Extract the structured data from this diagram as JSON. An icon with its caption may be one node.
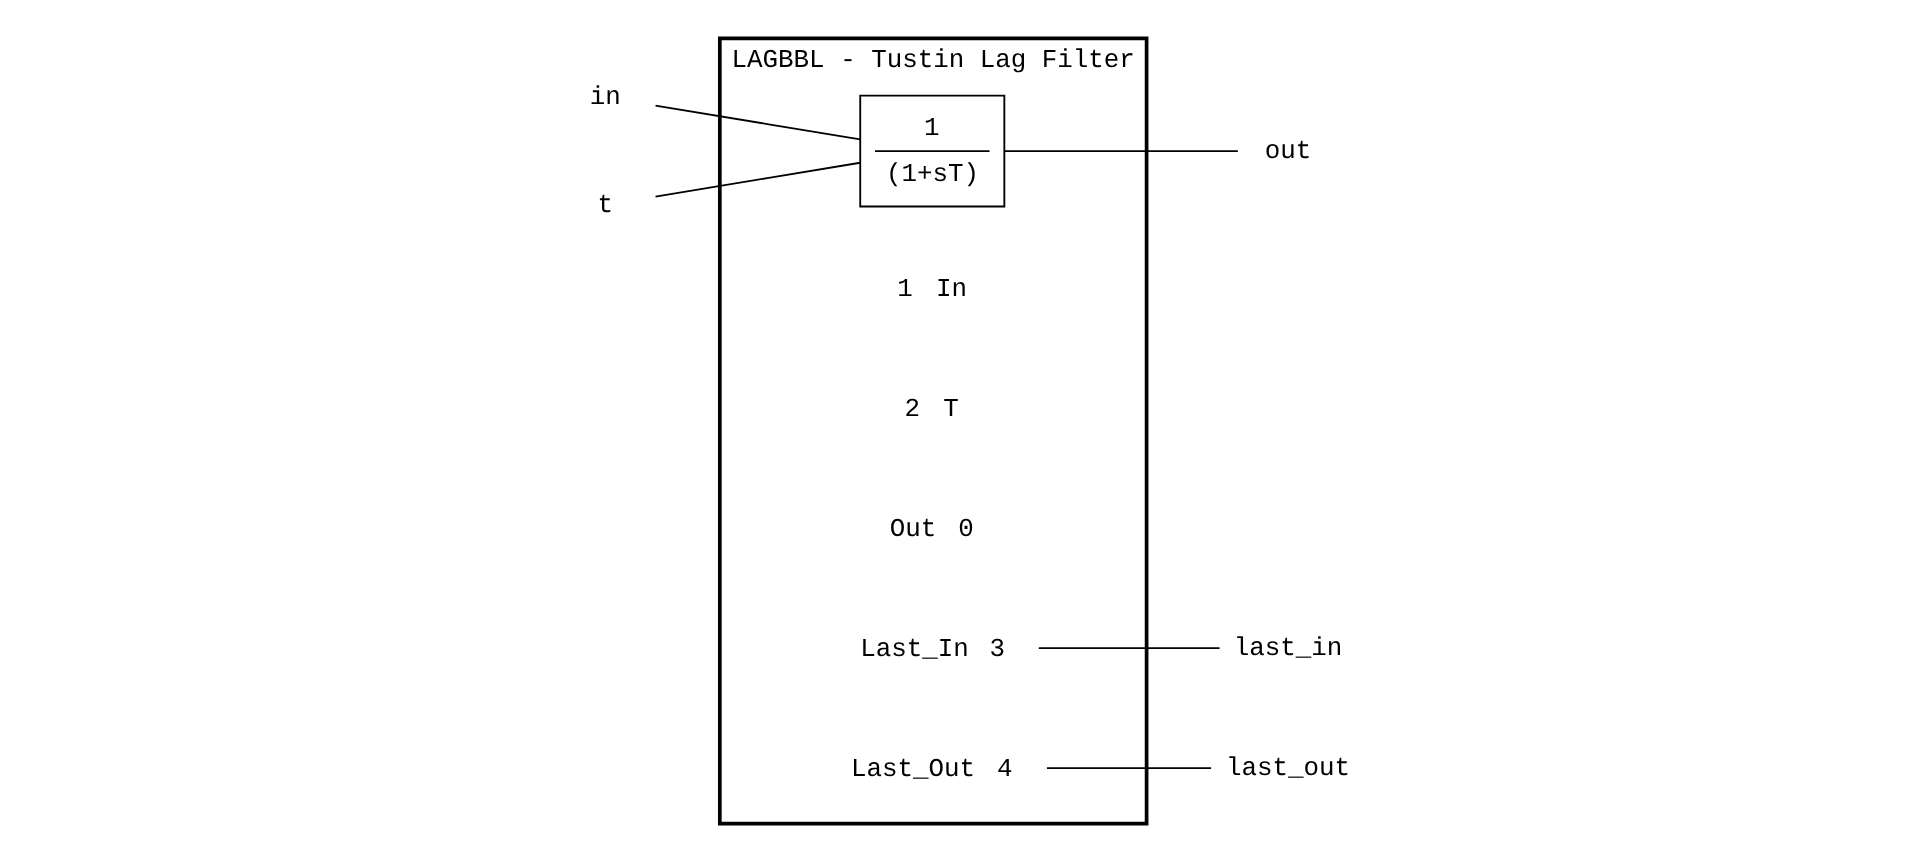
{
  "diagram": {
    "nodes": [
      {
        "text": [
          "LAGBBL - Tustin Lag Filter"
        ]
      },
      {
        "text": [
          "1",
          "(1+sT)"
        ],
        "in": 0
      },
      {
        "text": [
          "In"
        ],
        "beside": [
          "1"
        ],
        "in": 0
      },
      {
        "text": [
          "T"
        ],
        "beside": [
          "2"
        ],
        "in": 0
      },
      {
        "text": [
          "Out"
        ],
        "beside": [
          "0"
        ],
        "in": 0
      },
      {
        "text": [
          "Last_In"
        ],
        "beside": [
          "3"
        ],
        "in": 0
      },
      {
        "text": [
          "Last_Out"
        ],
        "beside": [
          "4"
        ],
        "in": 0
      },
      {
        "text": [
          "in"
        ]
      },
      {
        "text": [
          "t"
        ]
      },
      {
        "text": [
          "out"
        ]
      },
      {
        "text": [
          "last_in"
        ]
      },
      {
        "text": [
          "last_out"
        ]
      }
    ],
    "edges": [
      {
        "from": 7,
        "to": 1,
        "arrow": "none"
      },
      {
        "from": 8,
        "to": 1,
        "arrow": "none"
      },
      {
        "from": 1,
        "to": 9,
        "arrow": "none"
      },
      {
        "from": 5,
        "to": 10,
        "arrow": "none"
      },
      {
        "from": 6,
        "to": 11,
        "arrow": "none"
      }
    ]
  }
}
